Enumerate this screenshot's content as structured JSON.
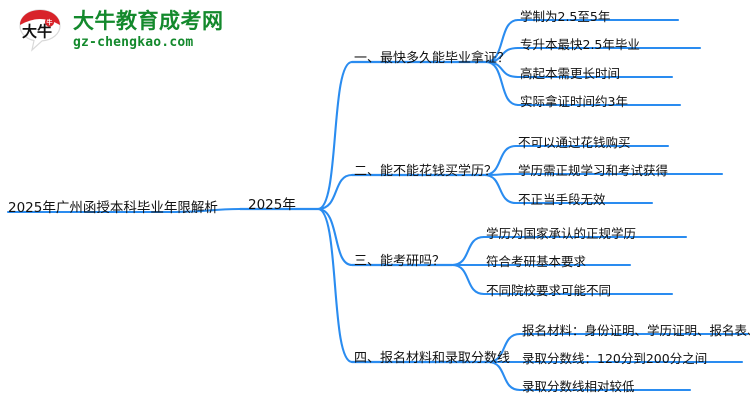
{
  "logo": {
    "icon": "daniu-speech-bubble-logo",
    "mark_text": "大牛",
    "title_cn": "大牛教育成考网",
    "title_en": "gz-chengkao.com",
    "color_green": "#13892c",
    "color_red": "#d8232a"
  },
  "mindmap": {
    "line_color": "#2a8cf0",
    "text_color": "#121212",
    "root": {
      "label": "2025年广州函授本科毕业年限解析"
    },
    "center": {
      "label": "2025年"
    },
    "branches": [
      {
        "label": "一、最快多久能毕业拿证？",
        "leaves": [
          {
            "label": "学制为2.5至5年"
          },
          {
            "label": "专升本最快2.5年毕业"
          },
          {
            "label": "高起本需更长时间"
          },
          {
            "label": "实际拿证时间约3年"
          }
        ]
      },
      {
        "label": "二、能不能花钱买学历？",
        "leaves": [
          {
            "label": "不可以通过花钱购买"
          },
          {
            "label": "学历需正规学习和考试获得"
          },
          {
            "label": "不正当手段无效"
          }
        ]
      },
      {
        "label": "三、能考研吗？",
        "leaves": [
          {
            "label": "学历为国家承认的正规学历"
          },
          {
            "label": "符合考研基本要求"
          },
          {
            "label": "不同院校要求可能不同"
          }
        ]
      },
      {
        "label": "四、报名材料和录取分数线",
        "leaves": [
          {
            "label": "报名材料：身份证明、学历证明、报名表、照片"
          },
          {
            "label": "录取分数线：120分到200分之间"
          },
          {
            "label": "录取分数线相对较低"
          }
        ]
      }
    ]
  }
}
